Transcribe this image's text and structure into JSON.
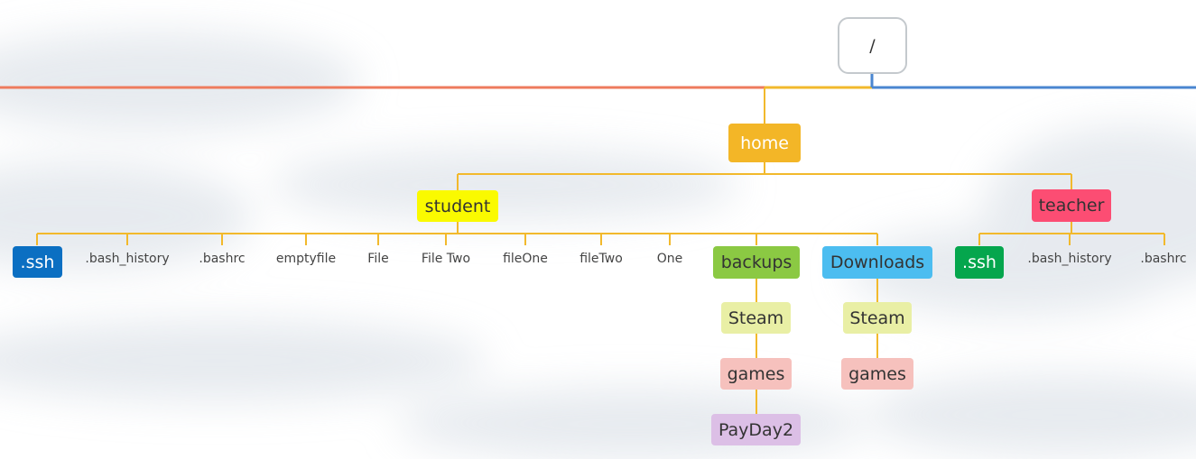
{
  "colors": {
    "branch_yellow": "#f2b92c",
    "line_left": "#ee7b5e",
    "line_right": "#4a86d0",
    "root_border": "#c4c9cd"
  },
  "root": {
    "label": "/"
  },
  "home": {
    "label": "home",
    "bg": "#f3b627",
    "color": "#ffffff"
  },
  "student": {
    "label": "student",
    "bg": "#fafa00",
    "color": "#333333",
    "ssh": {
      "label": ".ssh",
      "bg": "#0b6fc2",
      "color": "#ffffff"
    },
    "files": [
      ".bash_history",
      ".bashrc",
      "emptyfile",
      "File",
      "File Two",
      "fileOne",
      "fileTwo",
      "One"
    ],
    "backups": {
      "label": "backups",
      "bg": "#8bc943",
      "color": "#333333",
      "steam": {
        "label": "Steam",
        "bg": "#e9efa5",
        "color": "#333333"
      },
      "games": {
        "label": "games",
        "bg": "#f6c1bd",
        "color": "#333333"
      },
      "payday": {
        "label": "PayDay2",
        "bg": "#dcbfe6",
        "color": "#333333"
      }
    },
    "downloads": {
      "label": "Downloads",
      "bg": "#4cbdf0",
      "color": "#333333",
      "steam": {
        "label": "Steam",
        "bg": "#e9efa5",
        "color": "#333333"
      },
      "games": {
        "label": "games",
        "bg": "#f6c1bd",
        "color": "#333333"
      }
    }
  },
  "teacher": {
    "label": "teacher",
    "bg": "#fc4d73",
    "color": "#333333",
    "ssh": {
      "label": ".ssh",
      "bg": "#05a64d",
      "color": "#ffffff"
    },
    "files": [
      ".bash_history",
      ".bashrc"
    ]
  }
}
